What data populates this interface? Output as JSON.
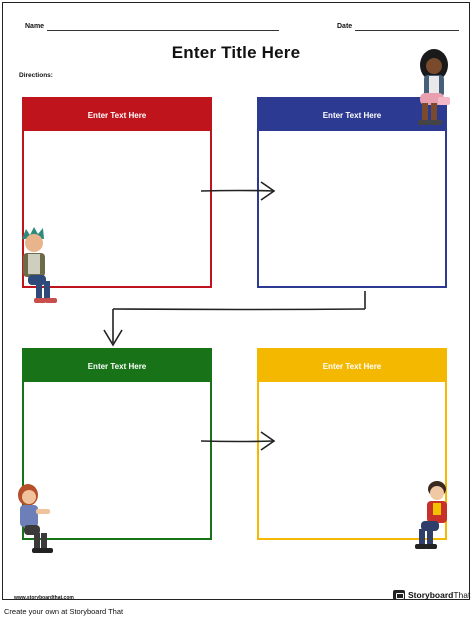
{
  "header": {
    "name_label": "Name",
    "date_label": "Date"
  },
  "title": "Enter Title Here",
  "directions_label": "Directions:",
  "boxes": [
    {
      "heading": "Enter Text Here",
      "color": "#c0141c"
    },
    {
      "heading": "Enter Text Here",
      "color": "#2d3a92"
    },
    {
      "heading": "Enter Text Here",
      "color": "#187318"
    },
    {
      "heading": "Enter Text Here",
      "color": "#f5b800"
    }
  ],
  "footer": {
    "url": "www.storyboardthat.com",
    "logo_bold": "Storyboard",
    "logo_light": "That"
  },
  "caption": "Create your own at Storyboard That"
}
